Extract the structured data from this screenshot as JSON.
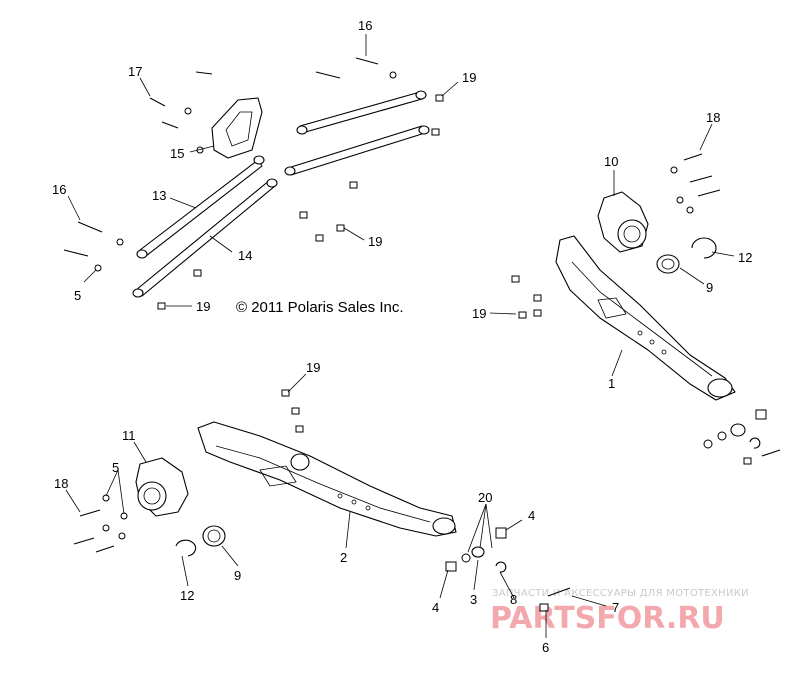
{
  "copyright": "© 2011 Polaris Sales Inc.",
  "watermark": {
    "tagline": "ЗАПЧАСТИ И АКСЕССУАРЫ ДЛЯ МОТОТЕХНИКИ",
    "logo": "PARTSFOR.RU",
    "color": "#f2a8ad"
  },
  "callouts": {
    "c1": "1",
    "c2": "2",
    "c3": "3",
    "c4a": "4",
    "c4b": "4",
    "c5a": "5",
    "c5b": "5",
    "c6": "6",
    "c7": "7",
    "c8": "8",
    "c9a": "9",
    "c9b": "9",
    "c10": "10",
    "c11": "11",
    "c12a": "12",
    "c12b": "12",
    "c13": "13",
    "c14": "14",
    "c15": "15",
    "c16a": "16",
    "c16b": "16",
    "c17": "17",
    "c18a": "18",
    "c18b": "18",
    "c19a": "19",
    "c19b": "19",
    "c19c": "19",
    "c19d": "19",
    "c19e": "19",
    "c20": "20"
  }
}
